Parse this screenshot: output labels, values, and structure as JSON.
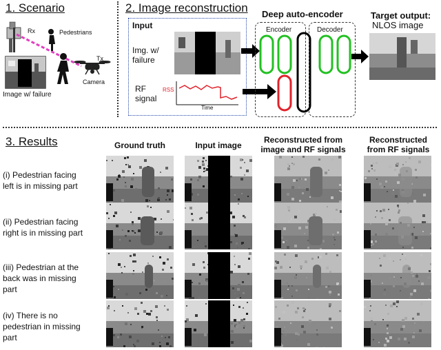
{
  "sections": {
    "scenario": "1. Scenario",
    "reconstruction": "2. Image reconstruction",
    "results": "3. Results"
  },
  "scenario": {
    "rx": "Rx",
    "pedestrians": "Pedestrians",
    "tx": "Tx",
    "camera": "Camera",
    "image_failure": "Image w/ failure"
  },
  "recon": {
    "input_title": "Input",
    "img_label_1": "Img. w/",
    "img_label_2": "failure",
    "rf_label_1": "RF",
    "rf_label_2": "signal",
    "rss": "RSS",
    "time": "Time",
    "autoencoder": "Deep auto-encoder",
    "encoder": "Encoder",
    "decoder": "Decoder",
    "target_1": "Target output:",
    "target_2": "NLOS image"
  },
  "results": {
    "columns": [
      "Ground truth",
      "Input image",
      "Reconstructed from image and RF signals",
      "Reconstructed from RF signals"
    ],
    "col3_lines": [
      "Reconstructed from",
      "image and RF signals"
    ],
    "col4_lines": [
      "Reconstructed",
      "from RF signals"
    ],
    "rows": [
      [
        "(i) Pedestrian facing",
        "left is in missing part"
      ],
      [
        "(ii) Pedestrian facing",
        "right is in missing part"
      ],
      [
        "(iii) Pedestrian at the",
        "back was in missing",
        "part"
      ],
      [
        "(iv) There is no",
        "pedestrian in missing",
        "part"
      ]
    ]
  },
  "colors": {
    "accent_red": "#e0222a",
    "accent_green": "#22c022",
    "magenta": "#e040c0",
    "blue_dots": "#3355aa"
  }
}
